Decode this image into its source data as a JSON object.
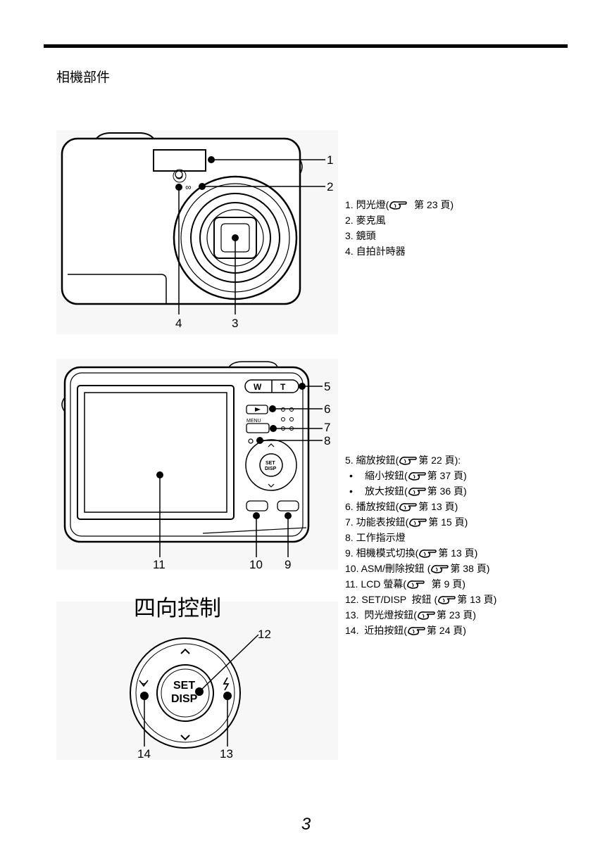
{
  "page": {
    "title": "相機部件",
    "page_number": "3"
  },
  "front_view": {
    "callouts": [
      "1",
      "2",
      "3",
      "4"
    ],
    "items": [
      {
        "pre": "1. 閃光燈(",
        "ref": true,
        "post": "  第 23 頁)"
      },
      {
        "pre": "2. 麥克風",
        "ref": false,
        "post": ""
      },
      {
        "pre": "3. 鏡頭",
        "ref": false,
        "post": ""
      },
      {
        "pre": "4. 自拍計時器",
        "ref": false,
        "post": ""
      }
    ]
  },
  "back_view": {
    "zoom_w": "W",
    "zoom_t": "T",
    "menu_label": "MENU",
    "set_label": "SET",
    "disp_label": "DISP",
    "callouts": [
      "5",
      "6",
      "7",
      "8",
      "9",
      "10",
      "11"
    ],
    "items": [
      {
        "pre": "5. 縮放按鈕(",
        "ref": true,
        "post": "第 22 頁):",
        "bullet": false
      },
      {
        "pre": "縮小按鈕(",
        "ref": true,
        "post": "第 37 頁)",
        "bullet": true
      },
      {
        "pre": "放大按鈕(",
        "ref": true,
        "post": "第 36 頁)",
        "bullet": true
      },
      {
        "pre": "6. 播放按鈕(",
        "ref": true,
        "post": "第 13 頁)",
        "bullet": false
      },
      {
        "pre": "7. 功能表按鈕(",
        "ref": true,
        "post": "第 15 頁)",
        "bullet": false
      },
      {
        "pre": "8. 工作指示燈",
        "ref": false,
        "post": "",
        "bullet": false
      },
      {
        "pre": "9. 相機模式切換(",
        "ref": true,
        "post": "第 13 頁)",
        "bullet": false
      },
      {
        "pre": "10. ASM/刪除按鈕 (",
        "ref": true,
        "post": "第 38 頁)",
        "bullet": false
      },
      {
        "pre": "11. LCD 螢幕(",
        "ref": true,
        "post": "  第 9 頁)",
        "bullet": false
      },
      {
        "pre": "12. SET/DISP  按鈕 (",
        "ref": true,
        "post": "第 13 頁)",
        "bullet": false
      },
      {
        "pre": "13.  閃光燈按鈕(",
        "ref": true,
        "post": "第 23 頁)",
        "bullet": false
      },
      {
        "pre": "14.  近拍按鈕(",
        "ref": true,
        "post": "第 24 頁)",
        "bullet": false
      }
    ],
    "bullet_char": "•"
  },
  "dpad_view": {
    "title": "四向控制",
    "set_label": "SET",
    "disp_label": "DISP",
    "callouts": [
      "12",
      "13",
      "14"
    ]
  }
}
